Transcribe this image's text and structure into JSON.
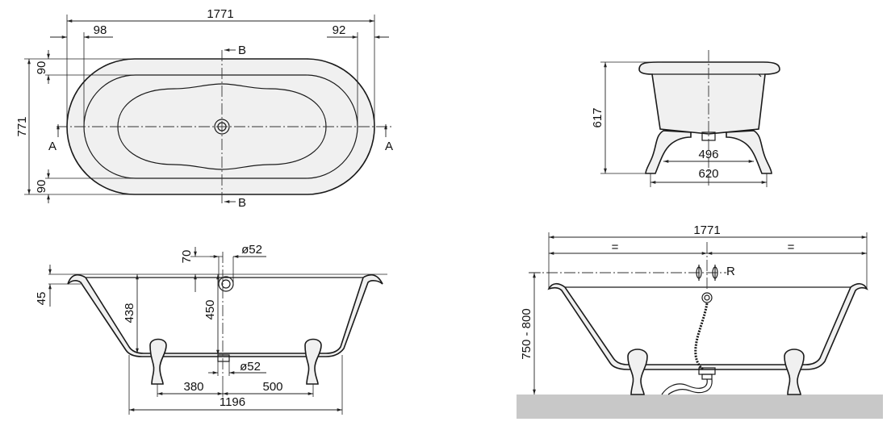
{
  "top_view": {
    "overall_length": "1771",
    "left_offset": "98",
    "right_offset": "92",
    "width": "771",
    "rim_top": "90",
    "rim_bottom": "90",
    "section_a_left": "A",
    "section_a_right": "A",
    "section_b_top": "B",
    "section_b_bottom": "B"
  },
  "end_view": {
    "height": "617",
    "inner_feet": "496",
    "outer_feet": "620"
  },
  "side_view": {
    "rim_thickness": "45",
    "overflow_offset": "70",
    "overflow_diameter": "ø52",
    "inner_depth": "438",
    "overflow_depth": "450",
    "drain_diameter": "ø52",
    "left_foot_to_drain": "380",
    "drain_to_right_foot": "500",
    "feet_span": "1196"
  },
  "install_view": {
    "overall_length": "1771",
    "equal_left": "=",
    "equal_right": "=",
    "height_range": "750 - 800",
    "connection_label": "R"
  },
  "colors": {
    "tub_fill": "#f0f0f0",
    "inner_fill": "#ffffff",
    "floor": "#c8c8c8",
    "line": "#1a1a1a"
  }
}
